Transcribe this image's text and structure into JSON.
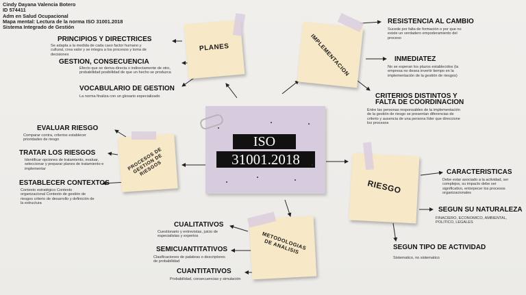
{
  "header": {
    "line1": "Cindy Dayana Valencia Botero",
    "line2": "ID 574411",
    "line3": "Adm en Salud Ocupacional",
    "line4": "Mapa mental: Lectura de la norma ISO 31001.2018",
    "line5": "Sistema Integrado de Gestión"
  },
  "center": {
    "line1": "ISO",
    "line2": "31001.2018"
  },
  "nodes": {
    "planes": "PLANES",
    "implementacion": "IMPLEMENTACION",
    "procesos": "PROCESOS DE GESTION DE RIESGOS",
    "riesgo": "RIESGO",
    "metodologias": "METODOLOGIAS DE ANALISIS"
  },
  "planes": {
    "principios_title": "PRINCIPIOS Y DIRECTRICES",
    "principios_desc": "Se adapta a la medida de cada caso factor humano y cultural, crea valor y se integra a los procesos y toma de decisiones",
    "gestion_title": "GESTION, CONSECUENCIA",
    "gestion_desc": "Efecto que se deriva directa o indirectamente de otro, probabilidad posibilidad de que un hecho se produzca",
    "vocabulario_title": "VOCABULARIO DE GESTION",
    "vocabulario_desc": "La norma finaliza con un glosario especializado"
  },
  "implementacion": {
    "resistencia_title": "RESISTENCIA  AL CAMBIO",
    "resistencia_desc": "Sucede por falta de formación o por que no existe un verdadero empoderamiento del proceso",
    "inmediatez_title": "INMEDIATEZ",
    "inmediatez_desc": "No se esperan los plazos establecidos (la empresa no desea invertir tiempo en la implementación de la gestión de riesgos)",
    "criterios_title1": "CRITERIOS DISTINTOS Y",
    "criterios_title2": "FALTA DE COORDINACION",
    "criterios_desc": "Entre las personas responsables de la implementación de la gestión de riesgo se presentan diferencias de criterio y ausencia de una persona líder que direccione los procesos"
  },
  "procesos": {
    "evaluar_title": "EVALUAR RIESGO",
    "evaluar_desc": "Comparar contra, criterios establecer prioridades de riesgo",
    "tratar_title": "TRATAR LOS RIESGOS",
    "tratar_desc": "Identificar opciones de tratamiento, evaluar, seleccionar y preparar planes de tratamiento e implementar",
    "establecer_title": "ESTABLECER CONTEXTOS",
    "establecer_desc": "Contexto estratégico Contexto organizacional Contexto de gestión de riesgos criterio de desarrollo y definición de la estructura"
  },
  "riesgo": {
    "caracteristicas_title": "CARACTERISTICAS",
    "caracteristicas_desc": "Debe estar asociado a la actividad, ser complejos, su impacto debe ser significativo, entorpecer los procesos organizacionales",
    "naturaleza_title": "SEGUN SU NATURALEZA",
    "naturaleza_desc": "FINACIERO, ECONOMICO, AMBIENTAL, POLITICO, LEGALES",
    "tipo_title": "SEGUN TIPO DE ACTIVIDAD",
    "tipo_desc": "Sistematico, no sistematico"
  },
  "metodologias": {
    "cualitativos_title": "CUALITATIVOS",
    "cualitativos_desc": "Cuestionario y entrevistas, juicio de especialistas y expertos",
    "semi_title": "SEMICUANTITATIVOS",
    "semi_desc": "Clasificaciones de palabras o descriptores de probabilidad",
    "cuanti_title": "CUANTITATIVOS",
    "cuanti_desc": "Probabilidad, consecuencias y simulación"
  }
}
